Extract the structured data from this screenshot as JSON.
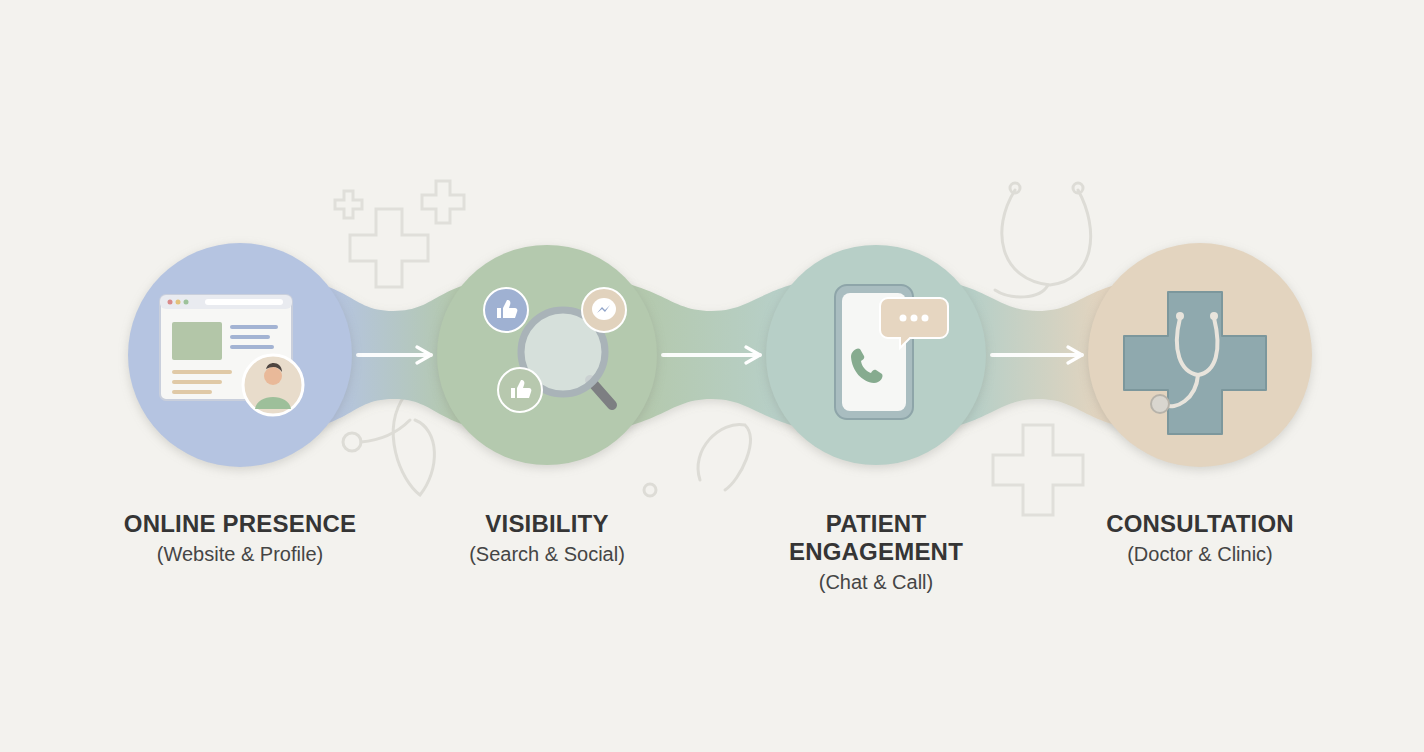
{
  "diagram": {
    "nodes": [
      {
        "text": [
          "ONLINE PRESENCE",
          "(Website & Profile)"
        ]
      },
      {
        "text": [
          "VISIBILITY",
          "(Search & Social)"
        ]
      },
      {
        "text": [
          "PATIENT ENGAGEMENT",
          "(Chat & Call)"
        ]
      },
      {
        "text": [
          "CONSULTATION",
          "(Doctor & Clinic)"
        ]
      }
    ],
    "edges": [
      {
        "from": 0,
        "to": 1,
        "arrow": "to"
      },
      {
        "from": 1,
        "to": 2,
        "arrow": "to"
      },
      {
        "from": 2,
        "to": 3,
        "arrow": "to"
      }
    ]
  }
}
